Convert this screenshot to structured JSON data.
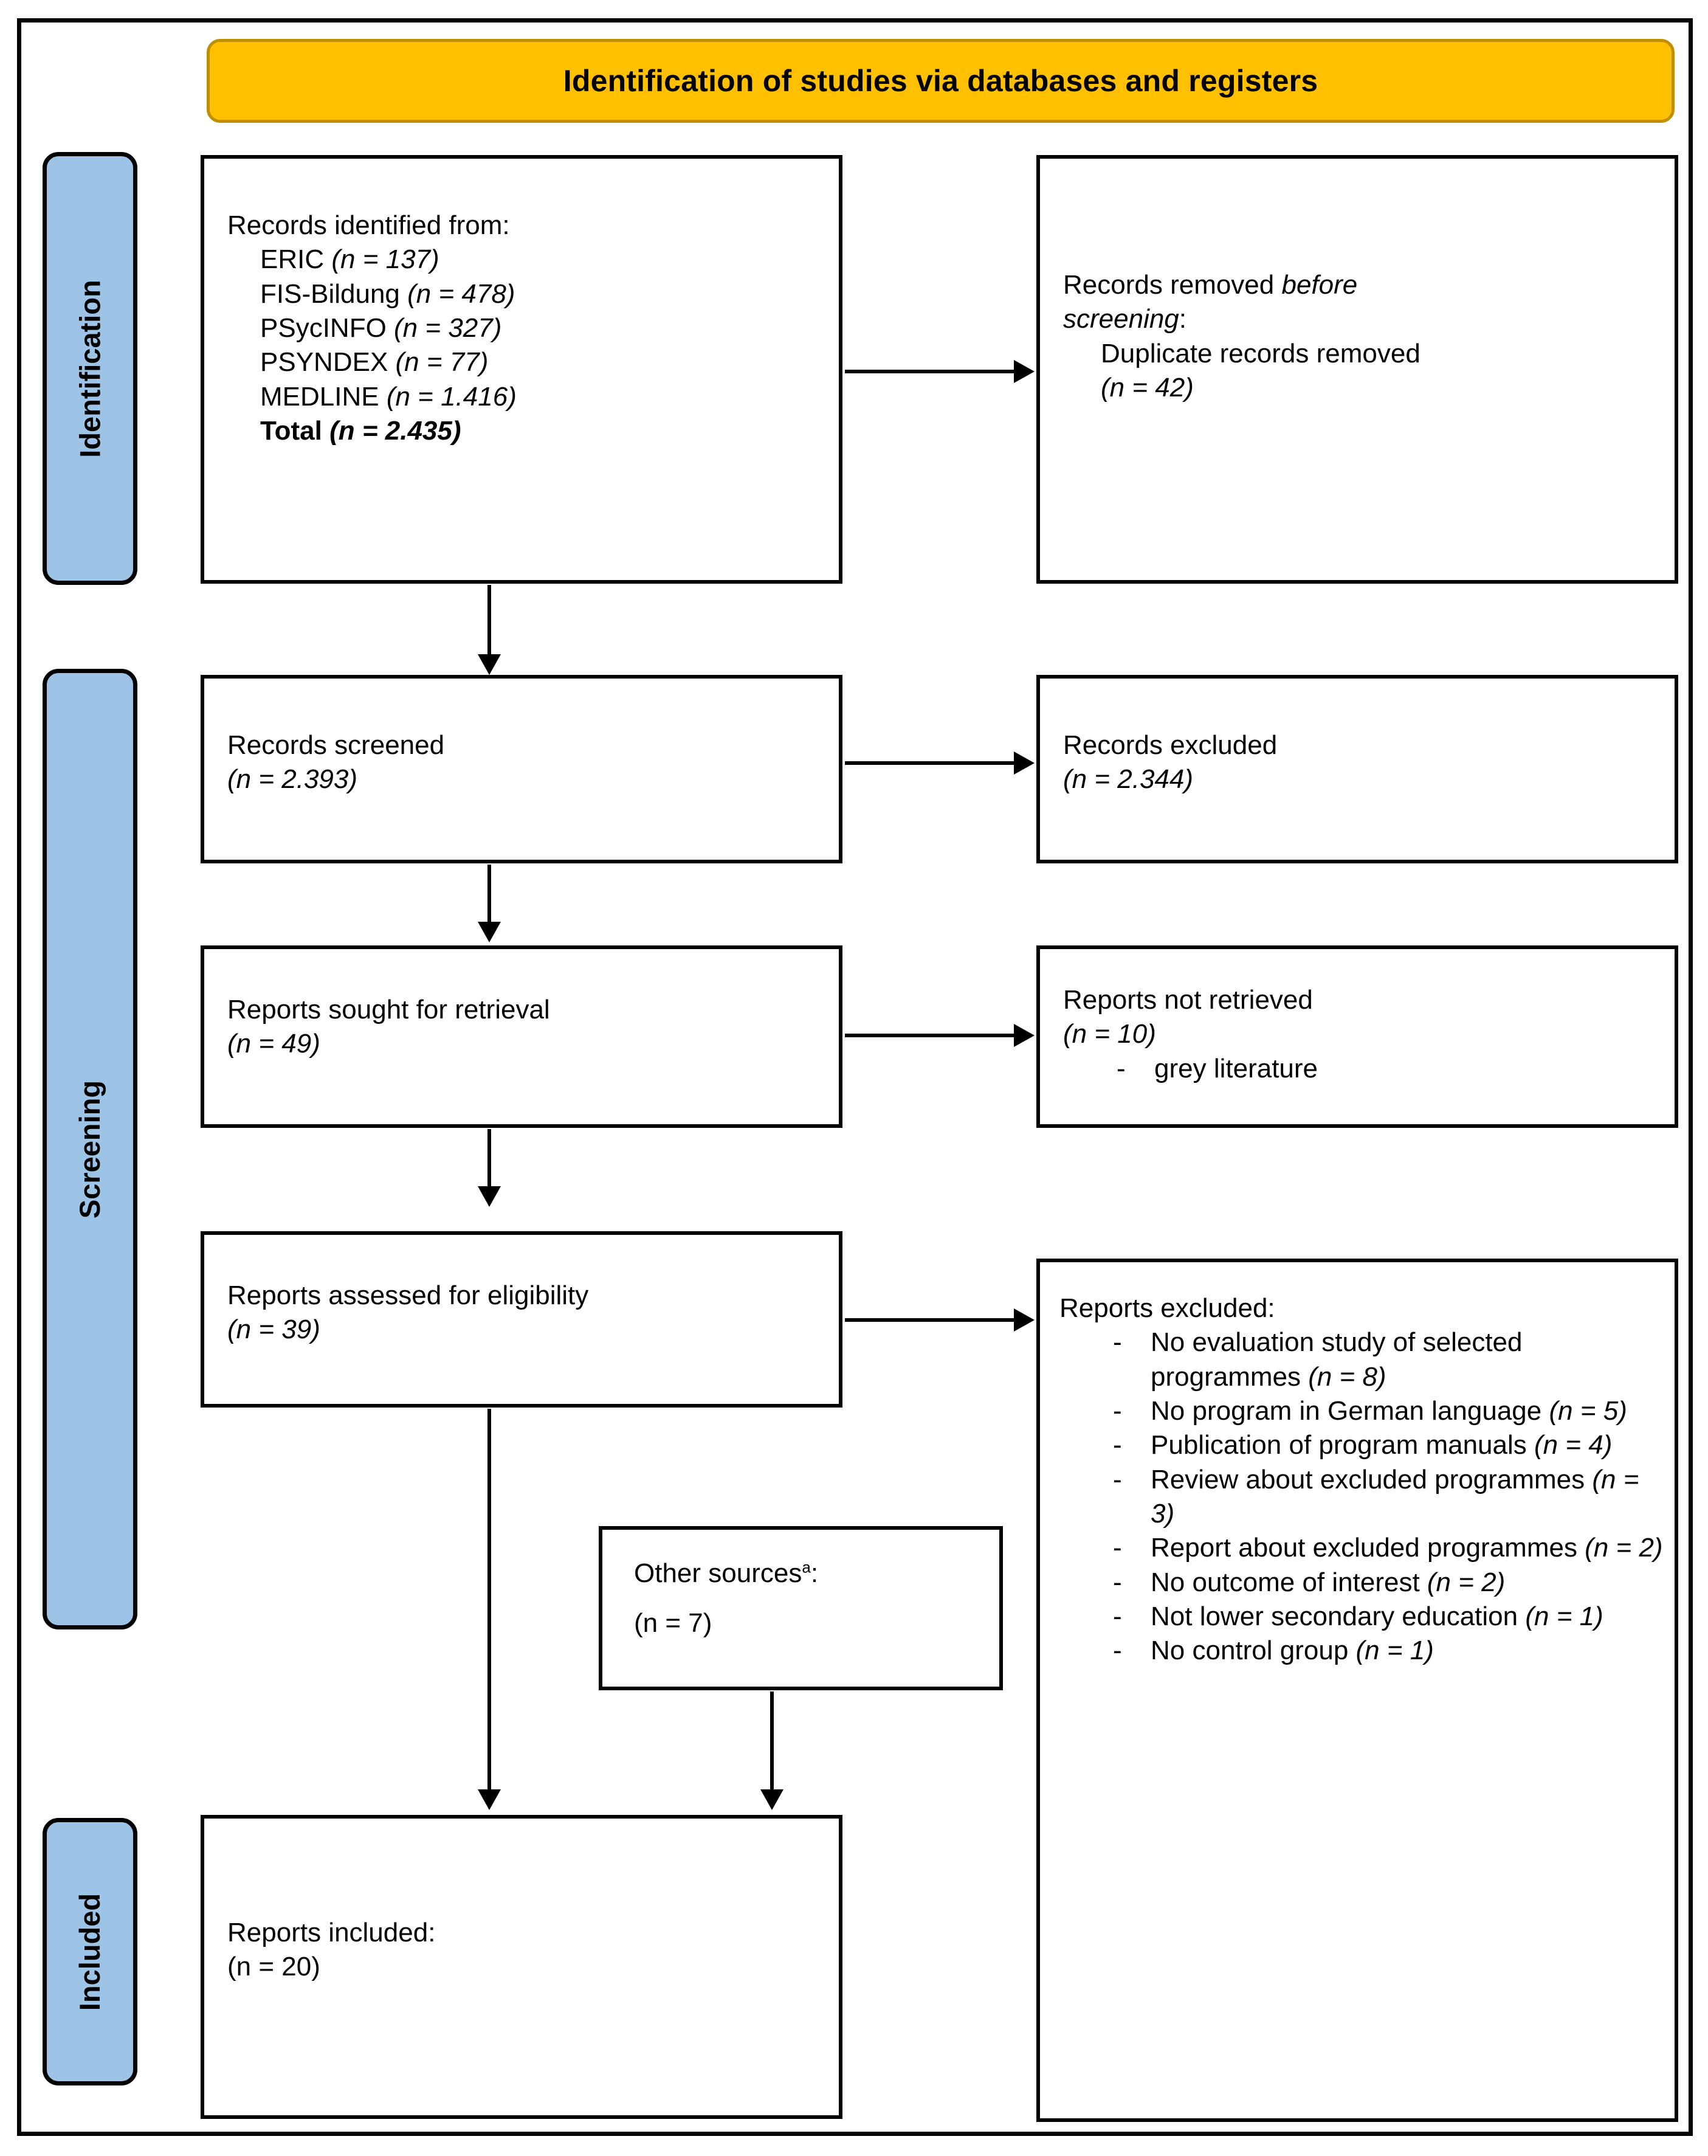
{
  "banner": {
    "title": "Identification of studies via databases and registers"
  },
  "stages": [
    {
      "label": "Identification"
    },
    {
      "label": "Screening"
    },
    {
      "label": "Included"
    }
  ],
  "boxes": {
    "identified": {
      "heading": "Records identified from:",
      "sources": [
        {
          "name": "ERIC",
          "n": "(n = 137)"
        },
        {
          "name": "FIS-Bildung",
          "n": "(n = 478)"
        },
        {
          "name": "PSycINFO",
          "n": "(n = 327)"
        },
        {
          "name": "PSYNDEX",
          "n": "(n = 77)"
        },
        {
          "name": "MEDLINE",
          "n": "(n = 1.416)"
        }
      ],
      "total_label": "Total",
      "total_open": "(n = ",
      "total_value": "2.435",
      "total_close": ")"
    },
    "removed": {
      "line1_plain": "Records removed ",
      "line1_italic": "before",
      "line2_italic": "screening",
      "line2_colon": ":",
      "item": "Duplicate records removed",
      "item_n": "(n = 42)"
    },
    "screened": {
      "label": "Records screened",
      "n": "(n = 2.393)"
    },
    "records_excluded": {
      "label": "Records excluded",
      "n": "(n = 2.344)"
    },
    "sought": {
      "label": "Reports sought for retrieval",
      "n": "(n = 49)"
    },
    "not_retrieved": {
      "label": "Reports not retrieved",
      "n": "(n = 10)",
      "bullet_dash": "-",
      "bullet_text": "grey literature"
    },
    "assessed": {
      "label": "Reports assessed for eligibility",
      "n": "(n = 39)"
    },
    "reports_excluded": {
      "heading": "Reports excluded:",
      "dash": "-",
      "items": [
        {
          "text": "No evaluation study of selected programmes ",
          "n": "(n = 8)"
        },
        {
          "text": "No program in German language ",
          "n": "(n = 5)"
        },
        {
          "text": "Publication of program manuals ",
          "n": "(n = 4)"
        },
        {
          "text": "Review about excluded programmes ",
          "n": "(n = 3)"
        },
        {
          "text": "Report about excluded programmes ",
          "n": "(n = 2)"
        },
        {
          "text": "No outcome of interest ",
          "n": "(n = 2)"
        },
        {
          "text": "Not lower secondary education ",
          "n": "(n = 1)"
        },
        {
          "text": "No control group ",
          "n": "(n = 1)"
        }
      ]
    },
    "other_sources": {
      "label": "Other sources",
      "superscript": "a",
      "colon": ":",
      "n": "(n = 7)"
    },
    "included": {
      "label": "Reports included:",
      "n": "(n = 20)"
    }
  },
  "colors": {
    "banner_fill": "#FFC000",
    "banner_border": "#BF8F00",
    "stage_fill": "#9DC3E6",
    "line": "#000000"
  }
}
